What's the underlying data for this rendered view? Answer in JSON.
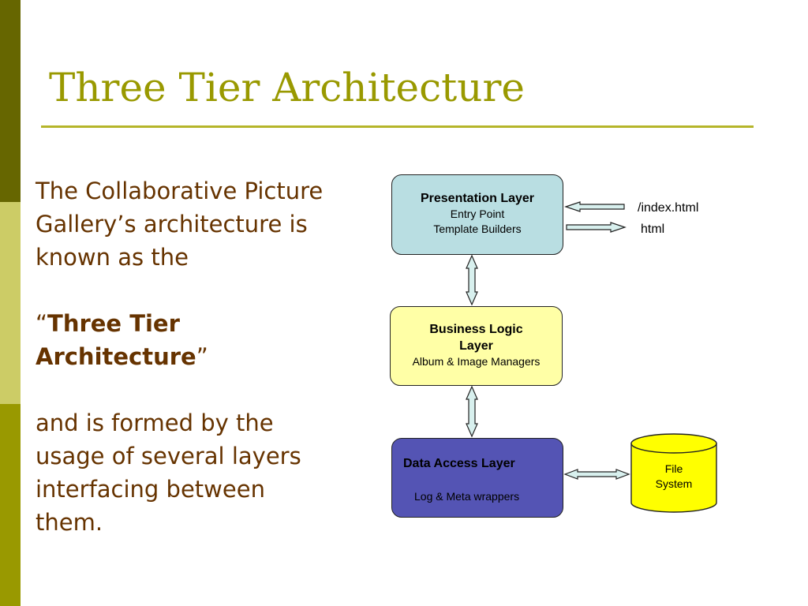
{
  "slide": {
    "title": "Three Tier Architecture",
    "intro_line1": "The Collaborative Picture",
    "intro_line2": "Gallery’s architecture is",
    "intro_line3": "known as the",
    "quote_open": "“",
    "emphasis_line1": "Three Tier",
    "emphasis_line2": "Architecture",
    "quote_close": "”",
    "outro_line1": "and is formed by the",
    "outro_line2": "usage of several layers",
    "outro_line3": "interfacing between",
    "outro_line4": "them."
  },
  "diagram": {
    "presentation": {
      "title": "Presentation Layer",
      "line1": "Entry Point",
      "line2": "Template Builders"
    },
    "business": {
      "title_line1": "Business Logic",
      "title_line2": "Layer",
      "line1": "Album & Image Managers"
    },
    "data_access": {
      "title": "Data Access Layer",
      "line1": "Log & Meta wrappers"
    },
    "storage": {
      "line1": "File",
      "line2": "System"
    },
    "request_label": "/index.html",
    "response_label": "html"
  },
  "colors": {
    "title": "#999900",
    "body_text": "#663300",
    "presentation_fill": "#b9dee2",
    "business_fill": "#ffffa6",
    "data_access_fill": "#5454b4",
    "storage_fill": "#ffff00",
    "arrow_fill": "#d8f0ee"
  }
}
